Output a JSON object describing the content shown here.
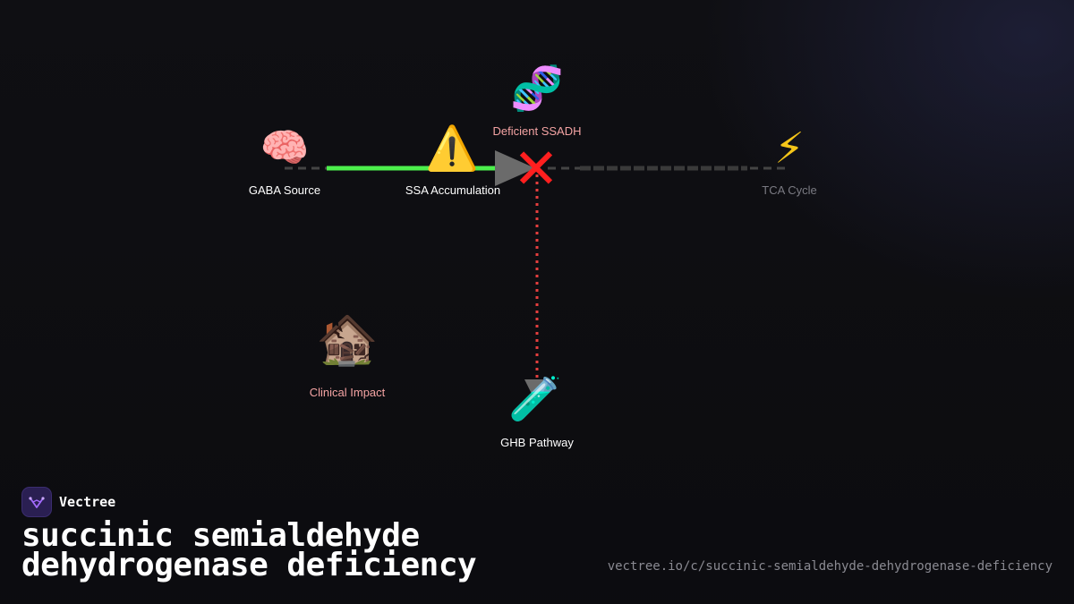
{
  "brand": {
    "name": "Vectree",
    "logo_icon": "vectree-logo-icon"
  },
  "title": {
    "line1": "succinic semialdehyde",
    "line2": "dehydrogenase deficiency"
  },
  "url": "vectree.io/c/succinic-semialdehyde-dehydrogenase-deficiency",
  "colors": {
    "background": "#0f0f13",
    "active_edge": "#4cf04c",
    "blocked_edge": "#e53e3e",
    "inactive_edge": "#555555",
    "warning_label": "#f4a3a3",
    "normal_label": "#ffffff",
    "muted_label": "#7a7a82",
    "block_mark": "#ff1f1f"
  },
  "diagram": {
    "nodes": [
      {
        "id": "gaba",
        "icon": "🧠",
        "icon_name": "brain-icon",
        "label": "GABA Source",
        "state": "normal"
      },
      {
        "id": "ssa",
        "icon": "⚠️",
        "icon_name": "warning-icon",
        "label": "SSA Accumulation",
        "state": "normal"
      },
      {
        "id": "ssadh",
        "icon": "🧬",
        "icon_name": "dna-icon",
        "label": "Deficient SSADH",
        "state": "warning"
      },
      {
        "id": "tca",
        "icon": "⚡",
        "icon_name": "lightning-icon",
        "label": "TCA Cycle",
        "state": "muted"
      },
      {
        "id": "clinical",
        "icon": "🏚️",
        "icon_name": "derelict-house-icon",
        "label": "Clinical Impact",
        "state": "warning"
      },
      {
        "id": "ghb",
        "icon": "🧪",
        "icon_name": "test-tube-icon",
        "label": "GHB Pathway",
        "state": "normal"
      }
    ],
    "edges": [
      {
        "from": "gaba",
        "to": "ssa",
        "style": "active"
      },
      {
        "from": "ssa",
        "to": "ssadh-junction",
        "style": "active-arrow"
      },
      {
        "from": "ssadh-junction",
        "to": "tca",
        "style": "inactive-dashed"
      },
      {
        "from": "ssadh-junction",
        "to": "ghb",
        "style": "blocked-dotted"
      }
    ],
    "block_mark": "✕"
  }
}
